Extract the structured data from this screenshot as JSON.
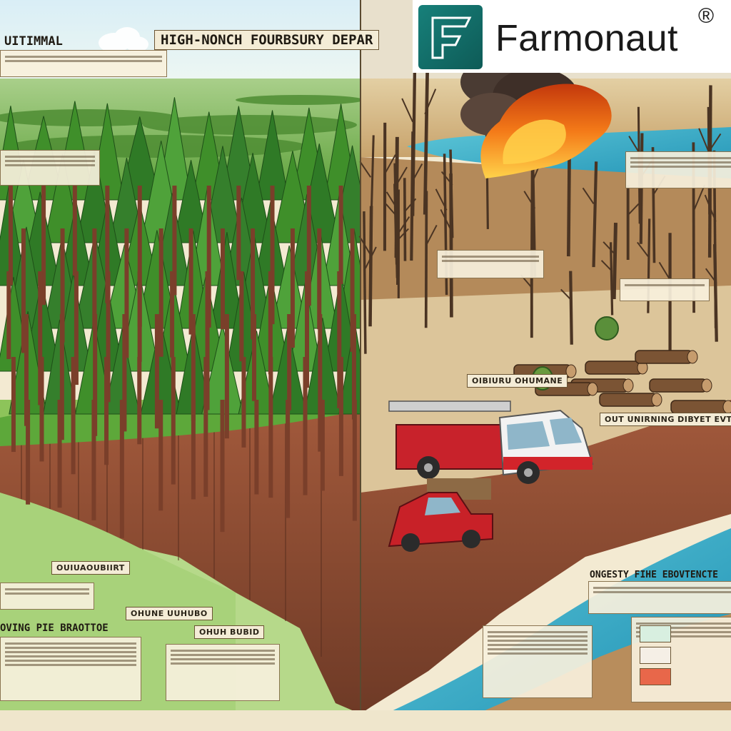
{
  "banner": {
    "left_heading": "UITIMMAL",
    "center_heading": "HIGH-NONCH FOURBSURY DEPAR"
  },
  "logo": {
    "text": "Farmonaut",
    "registered": "®",
    "brand_color": "#12736e"
  },
  "labels": {
    "left_bottom_heading": "OVING PIE BRAOTTOE",
    "left_tag_1": "OUIUAOUBIIRT",
    "left_tag_2": "OHUNE UUHUBO",
    "left_tag_3": "OHUH BUBID",
    "right_tag_1": "OIBIURU OHUMANE",
    "right_tag_2": "OUT UNIRNING DIBYET EVTUBBIRE",
    "right_bottom_heading": "ONGESTY FIHE EBOVTENCTE"
  },
  "colors": {
    "healthy_forest": "#3f8f2a",
    "burned_forest": "#6b4a2e",
    "fire": "#f06a14",
    "water": "#2fa9c4",
    "cliff": "#8e4e36"
  }
}
